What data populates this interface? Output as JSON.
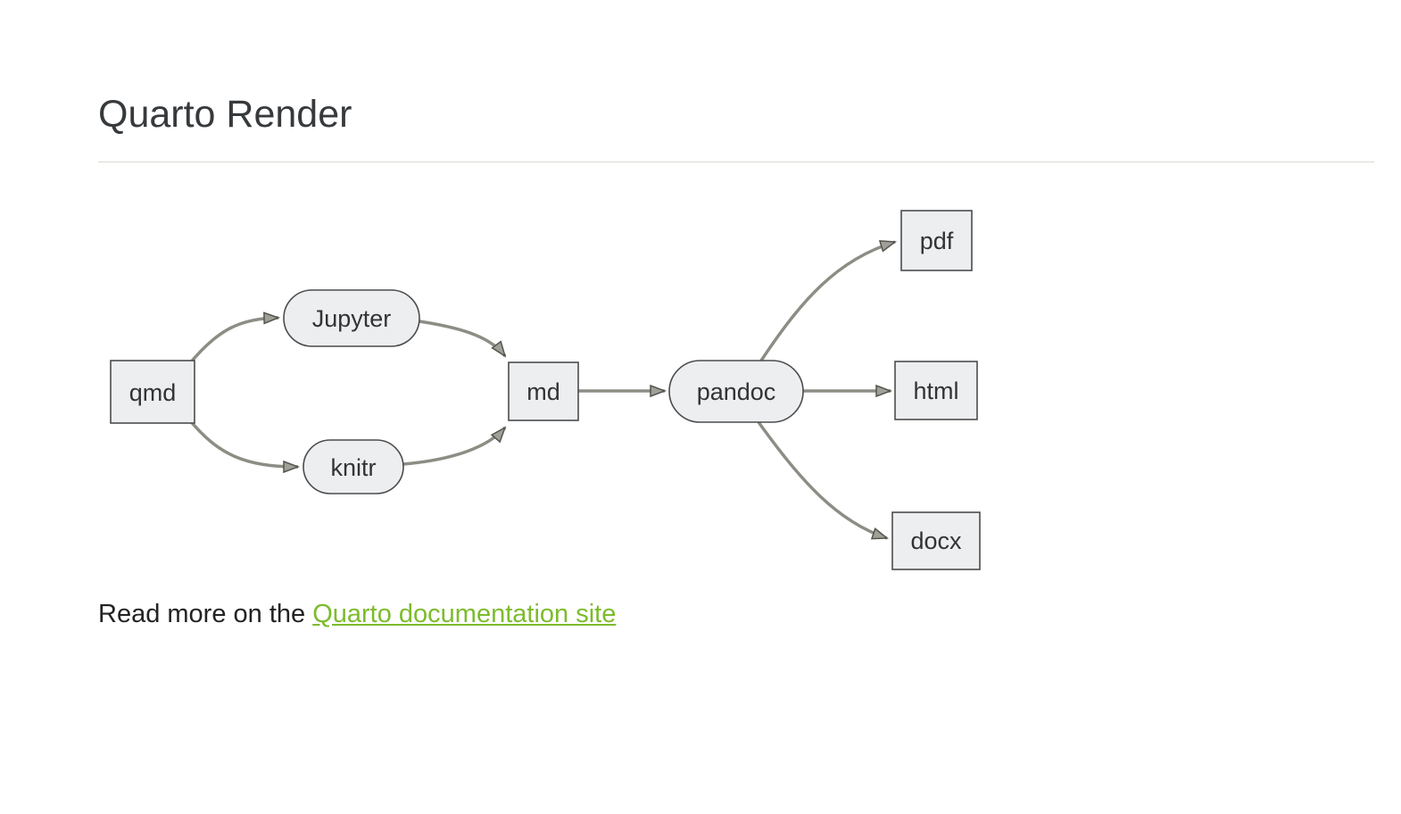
{
  "page": {
    "title": "Quarto Render",
    "read_more_prefix": "Read more on the ",
    "link_text": "Quarto documentation site"
  },
  "diagram": {
    "type": "flowchart",
    "direction": "left-to-right",
    "nodes": {
      "qmd": {
        "label": "qmd",
        "shape": "rectangle"
      },
      "jupyter": {
        "label": "Jupyter",
        "shape": "stadium"
      },
      "knitr": {
        "label": "knitr",
        "shape": "stadium"
      },
      "md": {
        "label": "md",
        "shape": "rectangle"
      },
      "pandoc": {
        "label": "pandoc",
        "shape": "stadium"
      },
      "pdf": {
        "label": "pdf",
        "shape": "rectangle"
      },
      "html": {
        "label": "html",
        "shape": "rectangle"
      },
      "docx": {
        "label": "docx",
        "shape": "rectangle"
      }
    },
    "edges": [
      {
        "from": "qmd",
        "to": "jupyter"
      },
      {
        "from": "qmd",
        "to": "knitr"
      },
      {
        "from": "jupyter",
        "to": "md"
      },
      {
        "from": "knitr",
        "to": "md"
      },
      {
        "from": "md",
        "to": "pandoc"
      },
      {
        "from": "pandoc",
        "to": "pdf"
      },
      {
        "from": "pandoc",
        "to": "html"
      },
      {
        "from": "pandoc",
        "to": "docx"
      }
    ],
    "colors": {
      "node_fill": "#eceef0",
      "node_stroke": "#4c4c4c",
      "edge": "#8d8d85",
      "arrowhead": "#a0a099",
      "link": "#7dbb2d"
    }
  }
}
